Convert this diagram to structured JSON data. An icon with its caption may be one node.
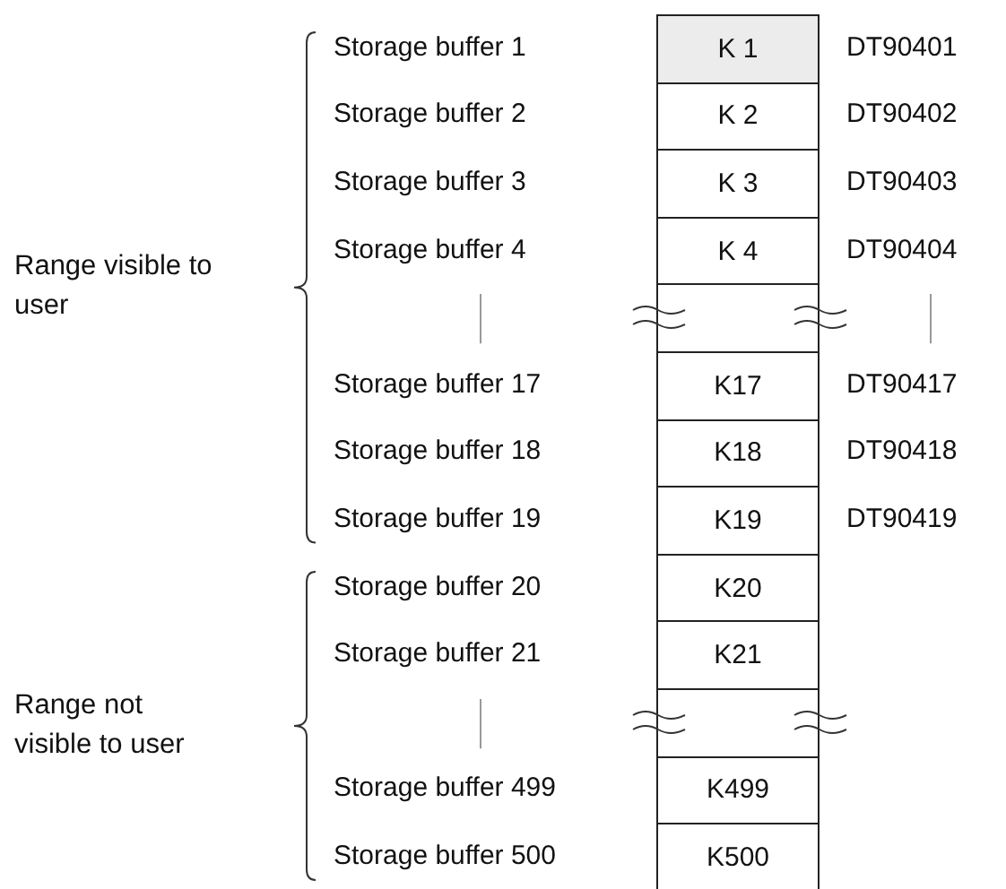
{
  "diagram": {
    "nodes": [
      {
        "text": [
          "K 1"
        ],
        "beside": [
          "DT90401"
        ]
      },
      {
        "text": [
          "K 2"
        ],
        "beside": [
          "DT90402"
        ]
      },
      {
        "text": [
          "K 3"
        ],
        "beside": [
          "DT90403"
        ]
      },
      {
        "text": [
          "K 4"
        ],
        "beside": [
          "DT90404"
        ]
      },
      {
        "text": [],
        "shape": "box"
      },
      {
        "text": [
          "K17"
        ],
        "beside": [
          "DT90417"
        ]
      },
      {
        "text": [
          "K18"
        ],
        "beside": [
          "DT90418"
        ]
      },
      {
        "text": [
          "K19"
        ],
        "beside": [
          "DT90419"
        ]
      },
      {
        "text": [
          "K20"
        ]
      },
      {
        "text": [
          "K21"
        ]
      },
      {
        "text": [],
        "shape": "box"
      },
      {
        "text": [
          "K499"
        ]
      },
      {
        "text": [
          "K500"
        ]
      }
    ],
    "labels": [
      "Range visible to user",
      "Range not visible to user",
      "Storage buffer 1",
      "Storage buffer 2",
      "Storage buffer 3",
      "Storage buffer 4",
      "Storage buffer 17",
      "Storage buffer 18",
      "Storage buffer 19",
      "Storage buffer 20",
      "Storage buffer 21",
      "Storage buffer 499",
      "Storage buffer 500"
    ]
  }
}
